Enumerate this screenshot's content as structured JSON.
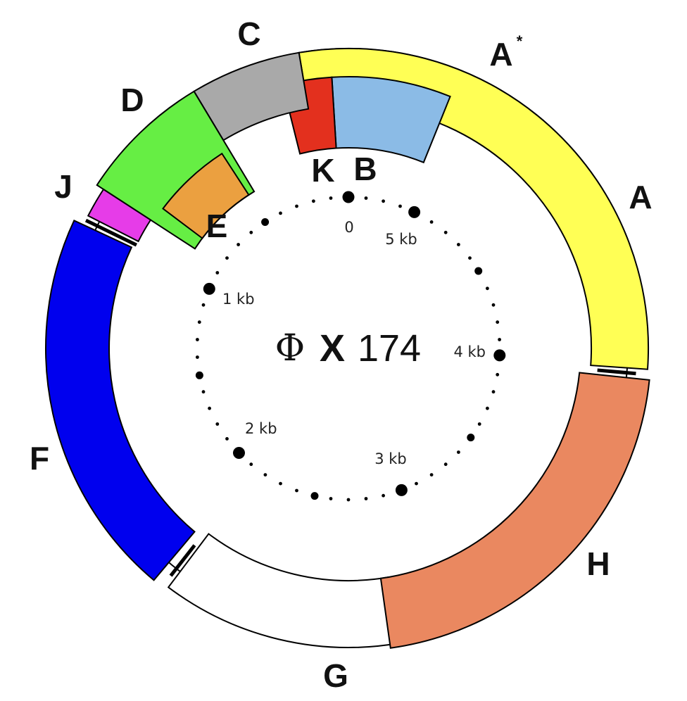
{
  "title": {
    "phi": "Φ",
    "x": "X",
    "number": "174"
  },
  "genes": [
    {
      "id": "A",
      "label": "A",
      "sup": "",
      "color": "#ffff55"
    },
    {
      "id": "A-star",
      "label": "A",
      "sup": "*",
      "color": "#fdf8d4"
    },
    {
      "id": "B",
      "label": "B",
      "sup": "",
      "color": "#8bbbe6"
    },
    {
      "id": "K",
      "label": "K",
      "sup": "",
      "color": "#e3301e"
    },
    {
      "id": "C",
      "label": "C",
      "sup": "",
      "color": "#a9a9a9"
    },
    {
      "id": "D",
      "label": "D",
      "sup": "",
      "color": "#66ee44"
    },
    {
      "id": "E",
      "label": "E",
      "sup": "",
      "color": "#eba040"
    },
    {
      "id": "J",
      "label": "J",
      "sup": "",
      "color": "#e63ce8"
    },
    {
      "id": "F",
      "label": "F",
      "sup": "",
      "color": "#0000ee"
    },
    {
      "id": "G",
      "label": "G",
      "sup": "",
      "color": "#ffffff"
    },
    {
      "id": "H",
      "label": "H",
      "sup": "",
      "color": "#ea8860"
    }
  ],
  "scale_marks": [
    {
      "id": "0",
      "label": "0",
      "kb": 0
    },
    {
      "id": "1kb",
      "label": "1 kb",
      "kb": 1
    },
    {
      "id": "2kb",
      "label": "2 kb",
      "kb": 2
    },
    {
      "id": "3kb",
      "label": "3 kb",
      "kb": 3
    },
    {
      "id": "4kb",
      "label": "4 kb",
      "kb": 4
    },
    {
      "id": "5kb",
      "label": "5 kb",
      "kb": 5
    }
  ],
  "genome_length_kb": 5.386
}
